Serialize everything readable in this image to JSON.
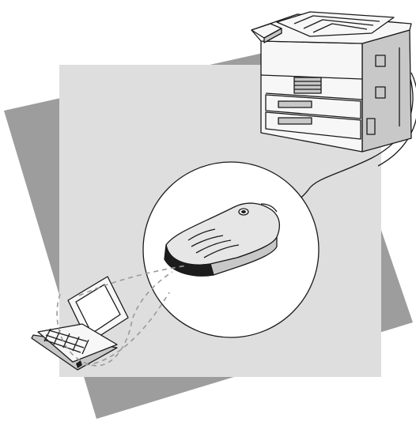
{
  "figure": {
    "title": ""
  },
  "colors": {
    "background": "#ffffff",
    "back_panel": "#9d9d9d",
    "front_panel": "#dedede",
    "outline": "#1a1a1a",
    "printer_body": "#f7f7f7",
    "printer_shade": "#c8c8c8",
    "device_body": "#e6e6e6",
    "device_dark": "#1c1c1c",
    "magnifier_fill": "#ffffff",
    "dash": "#9a9a9a"
  },
  "elements": [
    {
      "name": "back-panel",
      "kind": "shape"
    },
    {
      "name": "front-panel",
      "kind": "shape"
    },
    {
      "name": "printer",
      "kind": "illustration"
    },
    {
      "name": "printer-cable",
      "kind": "connector"
    },
    {
      "name": "magnifier-circle",
      "kind": "callout"
    },
    {
      "name": "infrared-adapter",
      "kind": "illustration"
    },
    {
      "name": "laptop",
      "kind": "illustration"
    },
    {
      "name": "infrared-beam",
      "kind": "connector"
    }
  ]
}
